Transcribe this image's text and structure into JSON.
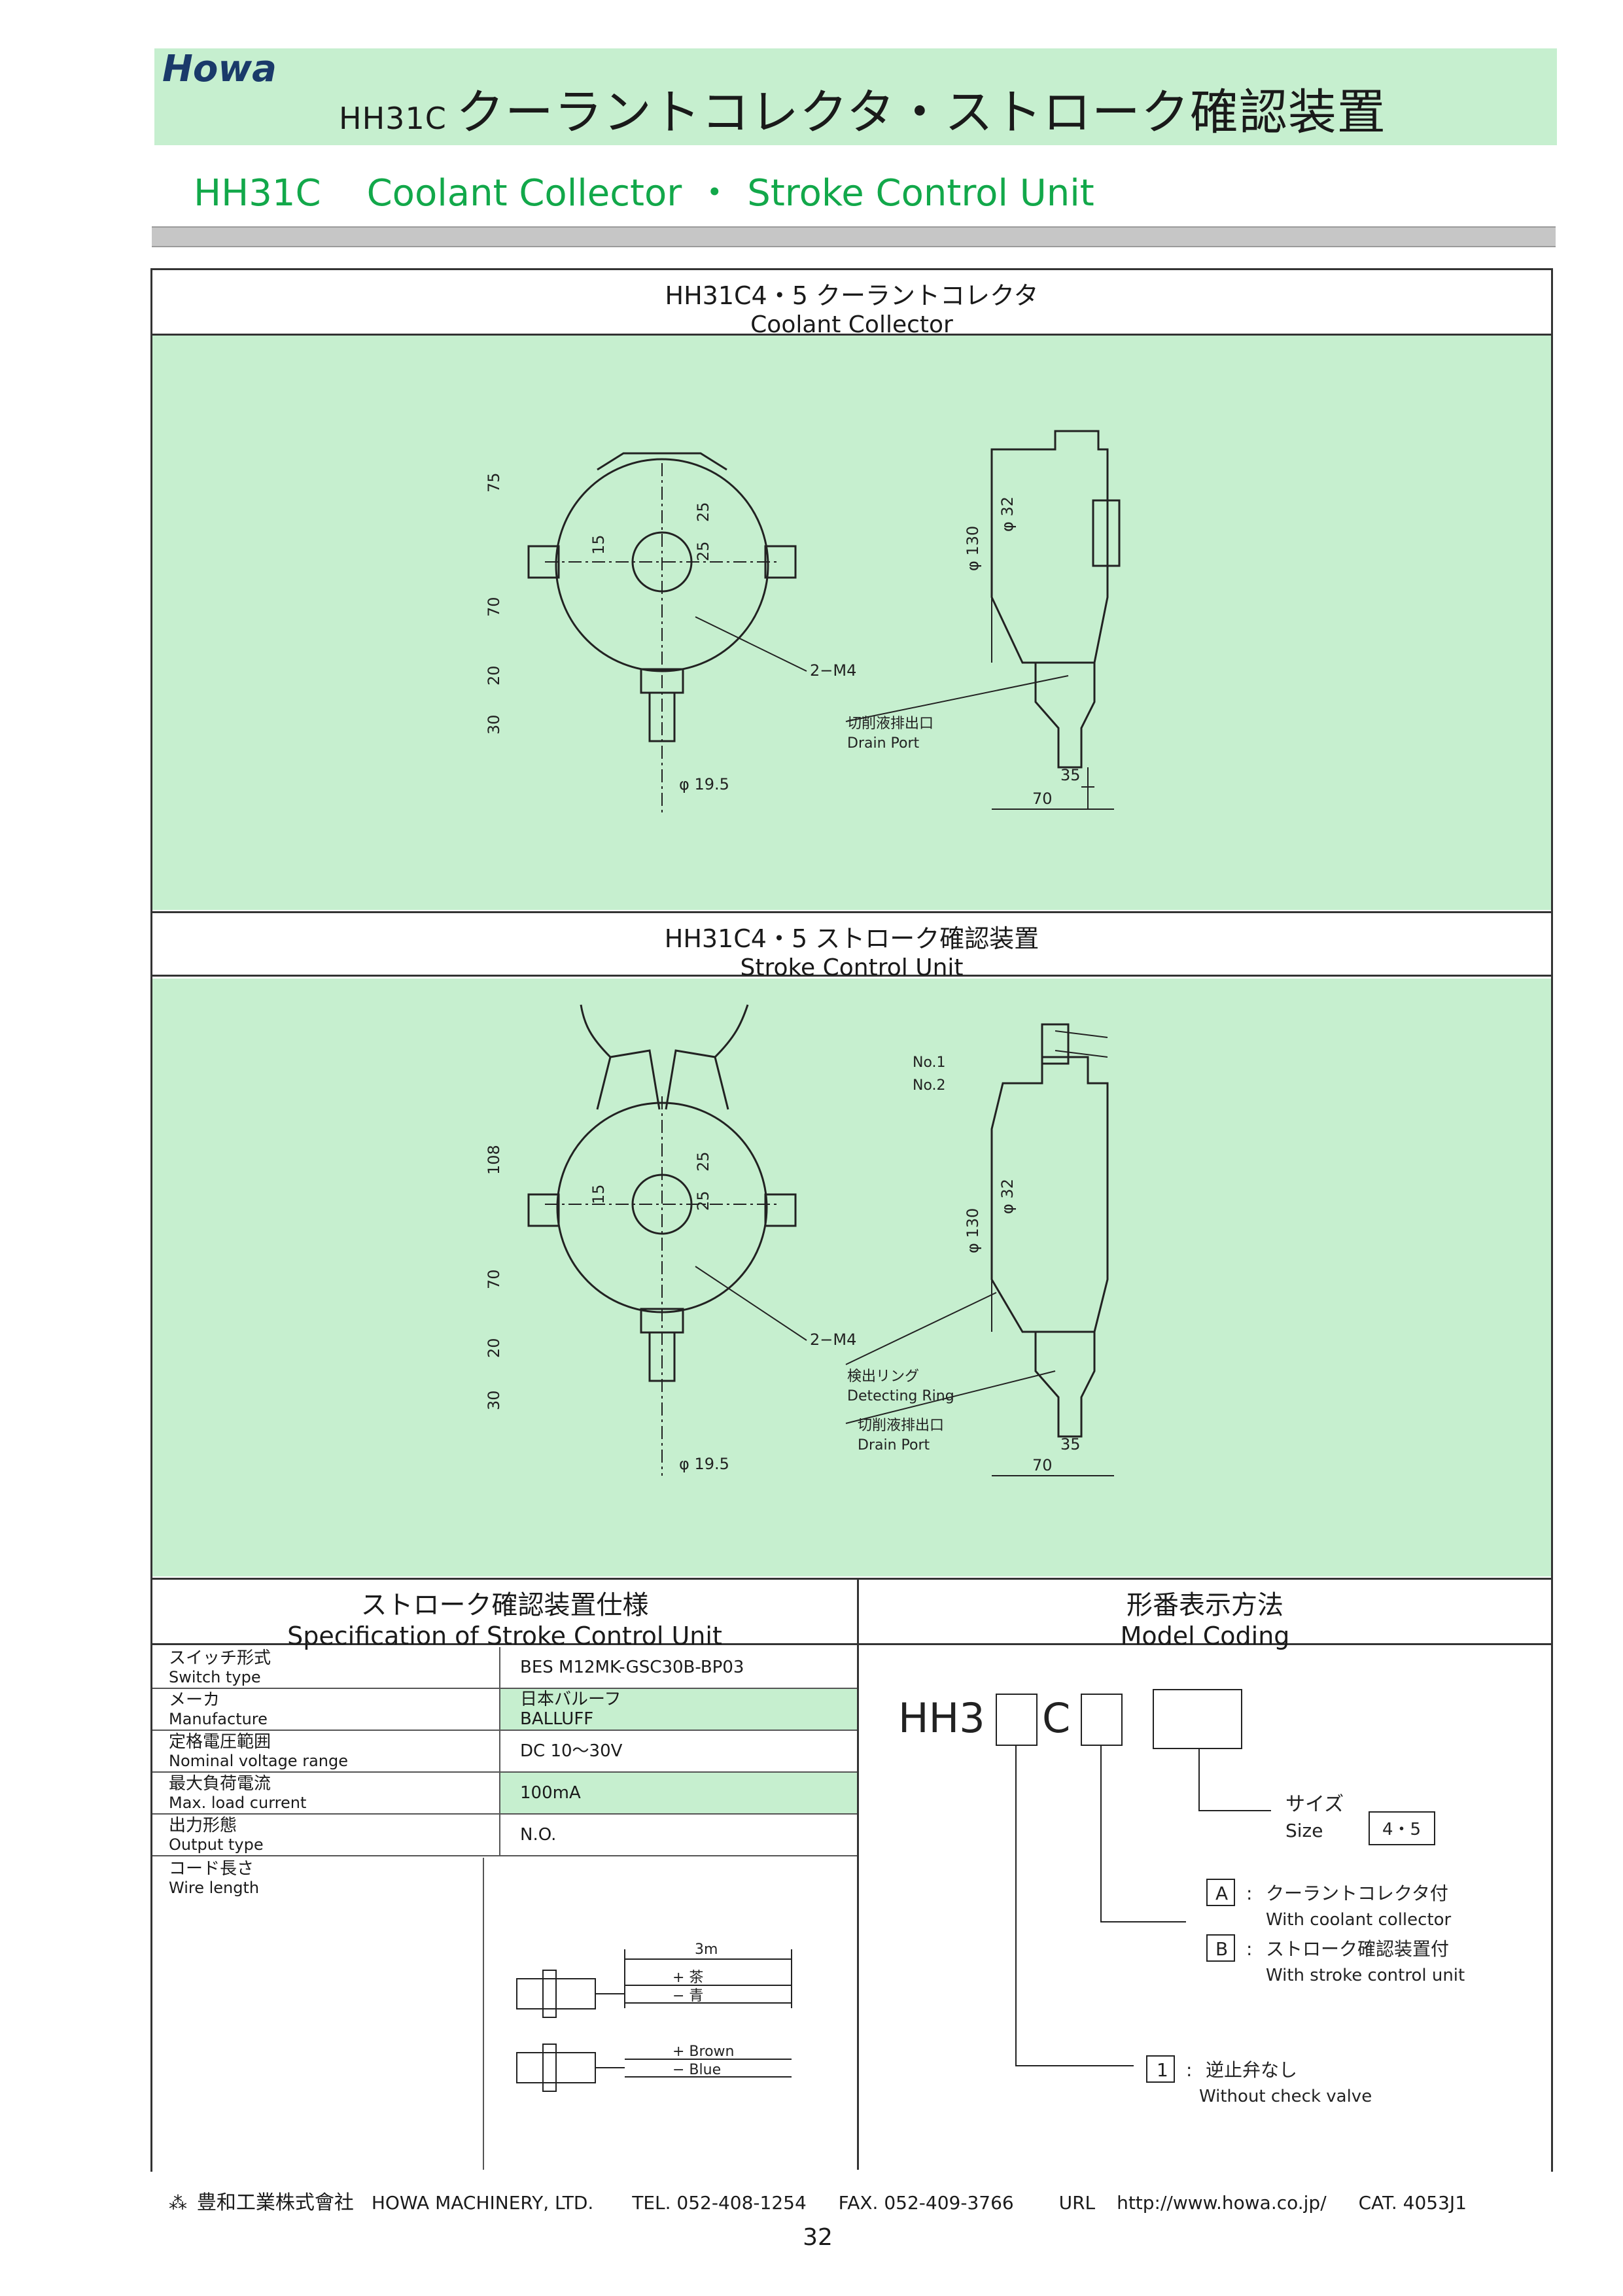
{
  "header": {
    "logo": "Howa",
    "model": "HH31C",
    "title_jp": "クーラントコレクタ・ストローク確認装置",
    "title_en_model": "HH31C",
    "title_en_a": "Coolant Collector",
    "title_en_dot": "・",
    "title_en_b": "Stroke Control Unit"
  },
  "section1": {
    "caption_jp": "HH31C4・5 クーラントコレクタ",
    "caption_en": "Coolant Collector",
    "dims": {
      "d75": "75",
      "d70": "70",
      "d20": "20",
      "d30": "30",
      "d15": "15",
      "d25a": "25",
      "d25b": "25",
      "m4": "2−M4",
      "phi195": "φ 19.5",
      "phi130": "φ 130",
      "phi32": "φ 32",
      "d35": "35",
      "d70b": "70"
    },
    "drain_jp": "切削液排出口",
    "drain_en": "Drain Port"
  },
  "section2": {
    "caption_jp": "HH31C4・5 ストローク確認装置",
    "caption_en": "Stroke Control Unit",
    "dims": {
      "d108": "108",
      "d70": "70",
      "d20": "20",
      "d30": "30",
      "d15": "15",
      "d25a": "25",
      "d25b": "25",
      "m4": "2−M4",
      "phi195": "φ 19.5",
      "phi130": "φ 130",
      "phi32": "φ 32",
      "d35": "35",
      "d70b": "70"
    },
    "no1": "No.1",
    "no2": "No.2",
    "ring_jp": "検出リング",
    "ring_en": "Detecting Ring",
    "drain_jp": "切削液排出口",
    "drain_en": "Drain Port"
  },
  "spec": {
    "head_jp": "ストローク確認装置仕様",
    "head_en": "Specification of Stroke Control Unit",
    "rows": [
      {
        "k_jp": "スイッチ形式",
        "k_en": "Switch type",
        "v1": "BES M12MK-GSC30B-BP03",
        "v2": ""
      },
      {
        "k_jp": "メーカ",
        "k_en": "Manufacture",
        "v1": "日本バルーフ",
        "v2": "BALLUFF"
      },
      {
        "k_jp": "定格電圧範囲",
        "k_en": "Nominal voltage range",
        "v1": "DC 10〜30V",
        "v2": ""
      },
      {
        "k_jp": "最大負荷電流",
        "k_en": "Max. load current",
        "v1": "100mA",
        "v2": ""
      },
      {
        "k_jp": "出力形態",
        "k_en": "Output type",
        "v1": "N.O.",
        "v2": ""
      }
    ],
    "wire_k_jp": "コード長さ",
    "wire_k_en": "Wire length",
    "wire_len": "3m",
    "plus_jp": "+ 茶",
    "minus_jp": "− 青",
    "plus_en": "+ Brown",
    "minus_en": "− Blue"
  },
  "coding": {
    "head_jp": "形番表示方法",
    "head_en": "Model Coding",
    "prefix": "HH3",
    "mid": "C",
    "size_jp": "サイズ",
    "size_en": "Size",
    "size_val": "4・5",
    "optA": "A",
    "optA_jp": "クーラントコレクタ付",
    "optA_en": "With coolant collector",
    "optB": "B",
    "optB_jp": "ストローク確認装置付",
    "optB_en": "With stroke control unit",
    "opt1": "1",
    "opt1_jp": "逆止弁なし",
    "opt1_en": "Without check valve",
    "colon": ":"
  },
  "footer": {
    "company_jp": "豊和工業株式會社",
    "company_en": "HOWA MACHINERY, LTD.",
    "tel": "TEL. 052-408-1254",
    "fax": "FAX. 052-409-3766",
    "url_label": "URL",
    "url": "http://www.howa.co.jp/",
    "cat": "CAT. 4053J1",
    "page": "32"
  }
}
